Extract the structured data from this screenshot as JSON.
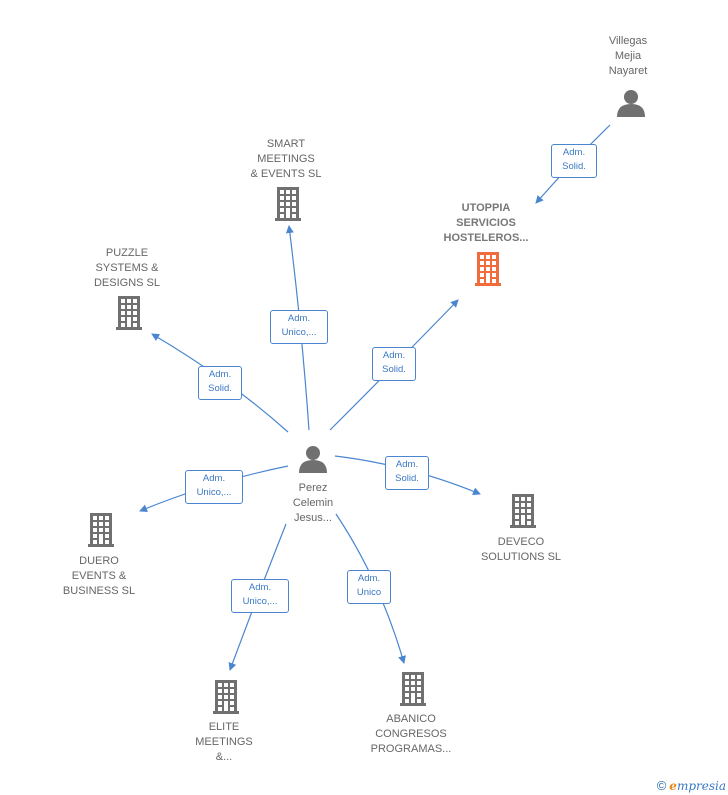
{
  "colors": {
    "edge": "#4a86cf",
    "node_gray": "#707070",
    "node_highlight": "#f06c3c"
  },
  "center": {
    "label": "Perez\nCelemin\nJesus...",
    "icon": "person-icon"
  },
  "companies": [
    {
      "id": "smart",
      "label": "SMART\nMEETINGS\n& EVENTS  SL",
      "icon": "building-icon"
    },
    {
      "id": "utoppia",
      "label": "UTOPPIA\nSERVICIOS\nHOSTELEROS...",
      "icon": "building-icon",
      "highlight": true
    },
    {
      "id": "puzzle",
      "label": "PUZZLE\nSYSTEMS &\nDESIGNS  SL",
      "icon": "building-icon"
    },
    {
      "id": "duero",
      "label": "DUERO\nEVENTS &\nBUSINESS  SL",
      "icon": "building-icon"
    },
    {
      "id": "deveco",
      "label": "DEVECO\nSOLUTIONS SL",
      "icon": "building-icon"
    },
    {
      "id": "elite",
      "label": "ELITE\nMEETINGS\n&...",
      "icon": "building-icon"
    },
    {
      "id": "abanico",
      "label": "ABANICO\nCONGRESOS\nPROGRAMAS...",
      "icon": "building-icon"
    }
  ],
  "persons": [
    {
      "id": "villegas",
      "label": "Villegas\nMejia\nNayaret",
      "icon": "person-icon"
    }
  ],
  "edges": [
    {
      "from": "center",
      "to": "smart",
      "label": "Adm.\nUnico,..."
    },
    {
      "from": "center",
      "to": "utoppia",
      "label": "Adm.\nSolid."
    },
    {
      "from": "center",
      "to": "puzzle",
      "label": "Adm.\nSolid."
    },
    {
      "from": "center",
      "to": "duero",
      "label": "Adm.\nUnico,..."
    },
    {
      "from": "center",
      "to": "deveco",
      "label": "Adm.\nSolid."
    },
    {
      "from": "center",
      "to": "elite",
      "label": "Adm.\nUnico,..."
    },
    {
      "from": "center",
      "to": "abanico",
      "label": "Adm.\nUnico"
    },
    {
      "from": "villegas",
      "to": "utoppia",
      "label": "Adm.\nSolid."
    }
  ],
  "footer": {
    "copyright": "©",
    "brand_first": "e",
    "brand_rest": "mpresia"
  }
}
